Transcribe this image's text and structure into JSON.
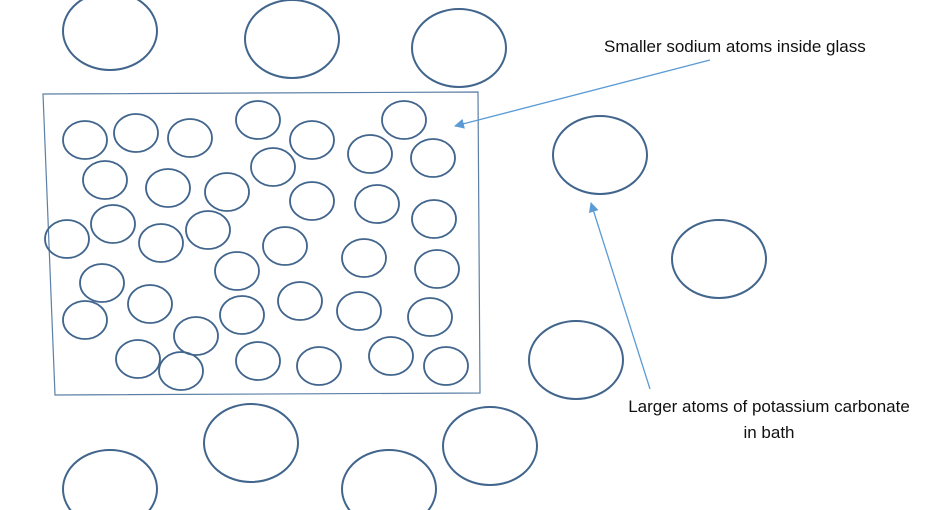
{
  "labels": {
    "small_atoms": "Smaller sodium atoms inside glass",
    "large_atoms_line1": "Larger atoms of potassium carbonate",
    "large_atoms_line2": "in bath"
  },
  "colors": {
    "circle_stroke": "#41658c",
    "glass_border": "#5b7fa6",
    "arrow": "#5b9bd5",
    "text": "#111111"
  }
}
